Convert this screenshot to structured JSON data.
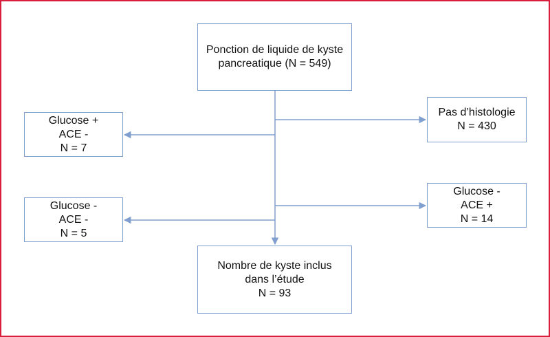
{
  "diagram": {
    "colors": {
      "frame": "#d81e3c",
      "box_border": "#7f9fcf",
      "arrow": "#7f9fcf"
    },
    "nodes": {
      "start": {
        "lines": [
          "Ponction de liquide de kyste",
          "pancreatique (N = 549)"
        ]
      },
      "no_histology": {
        "lines": [
          "Pas d’histologie",
          "N = 430"
        ]
      },
      "glucose_plus_ace_minus": {
        "lines": [
          "Glucose +",
          "ACE -",
          "N = 7"
        ]
      },
      "glucose_minus_ace_plus": {
        "lines": [
          "Glucose -",
          "ACE +",
          "N = 14"
        ]
      },
      "glucose_minus_ace_minus": {
        "lines": [
          "Glucose -",
          "ACE -",
          "N = 5"
        ]
      },
      "included": {
        "lines": [
          "Nombre de kyste inclus",
          "dans l’étude",
          "N = 93"
        ]
      }
    }
  }
}
